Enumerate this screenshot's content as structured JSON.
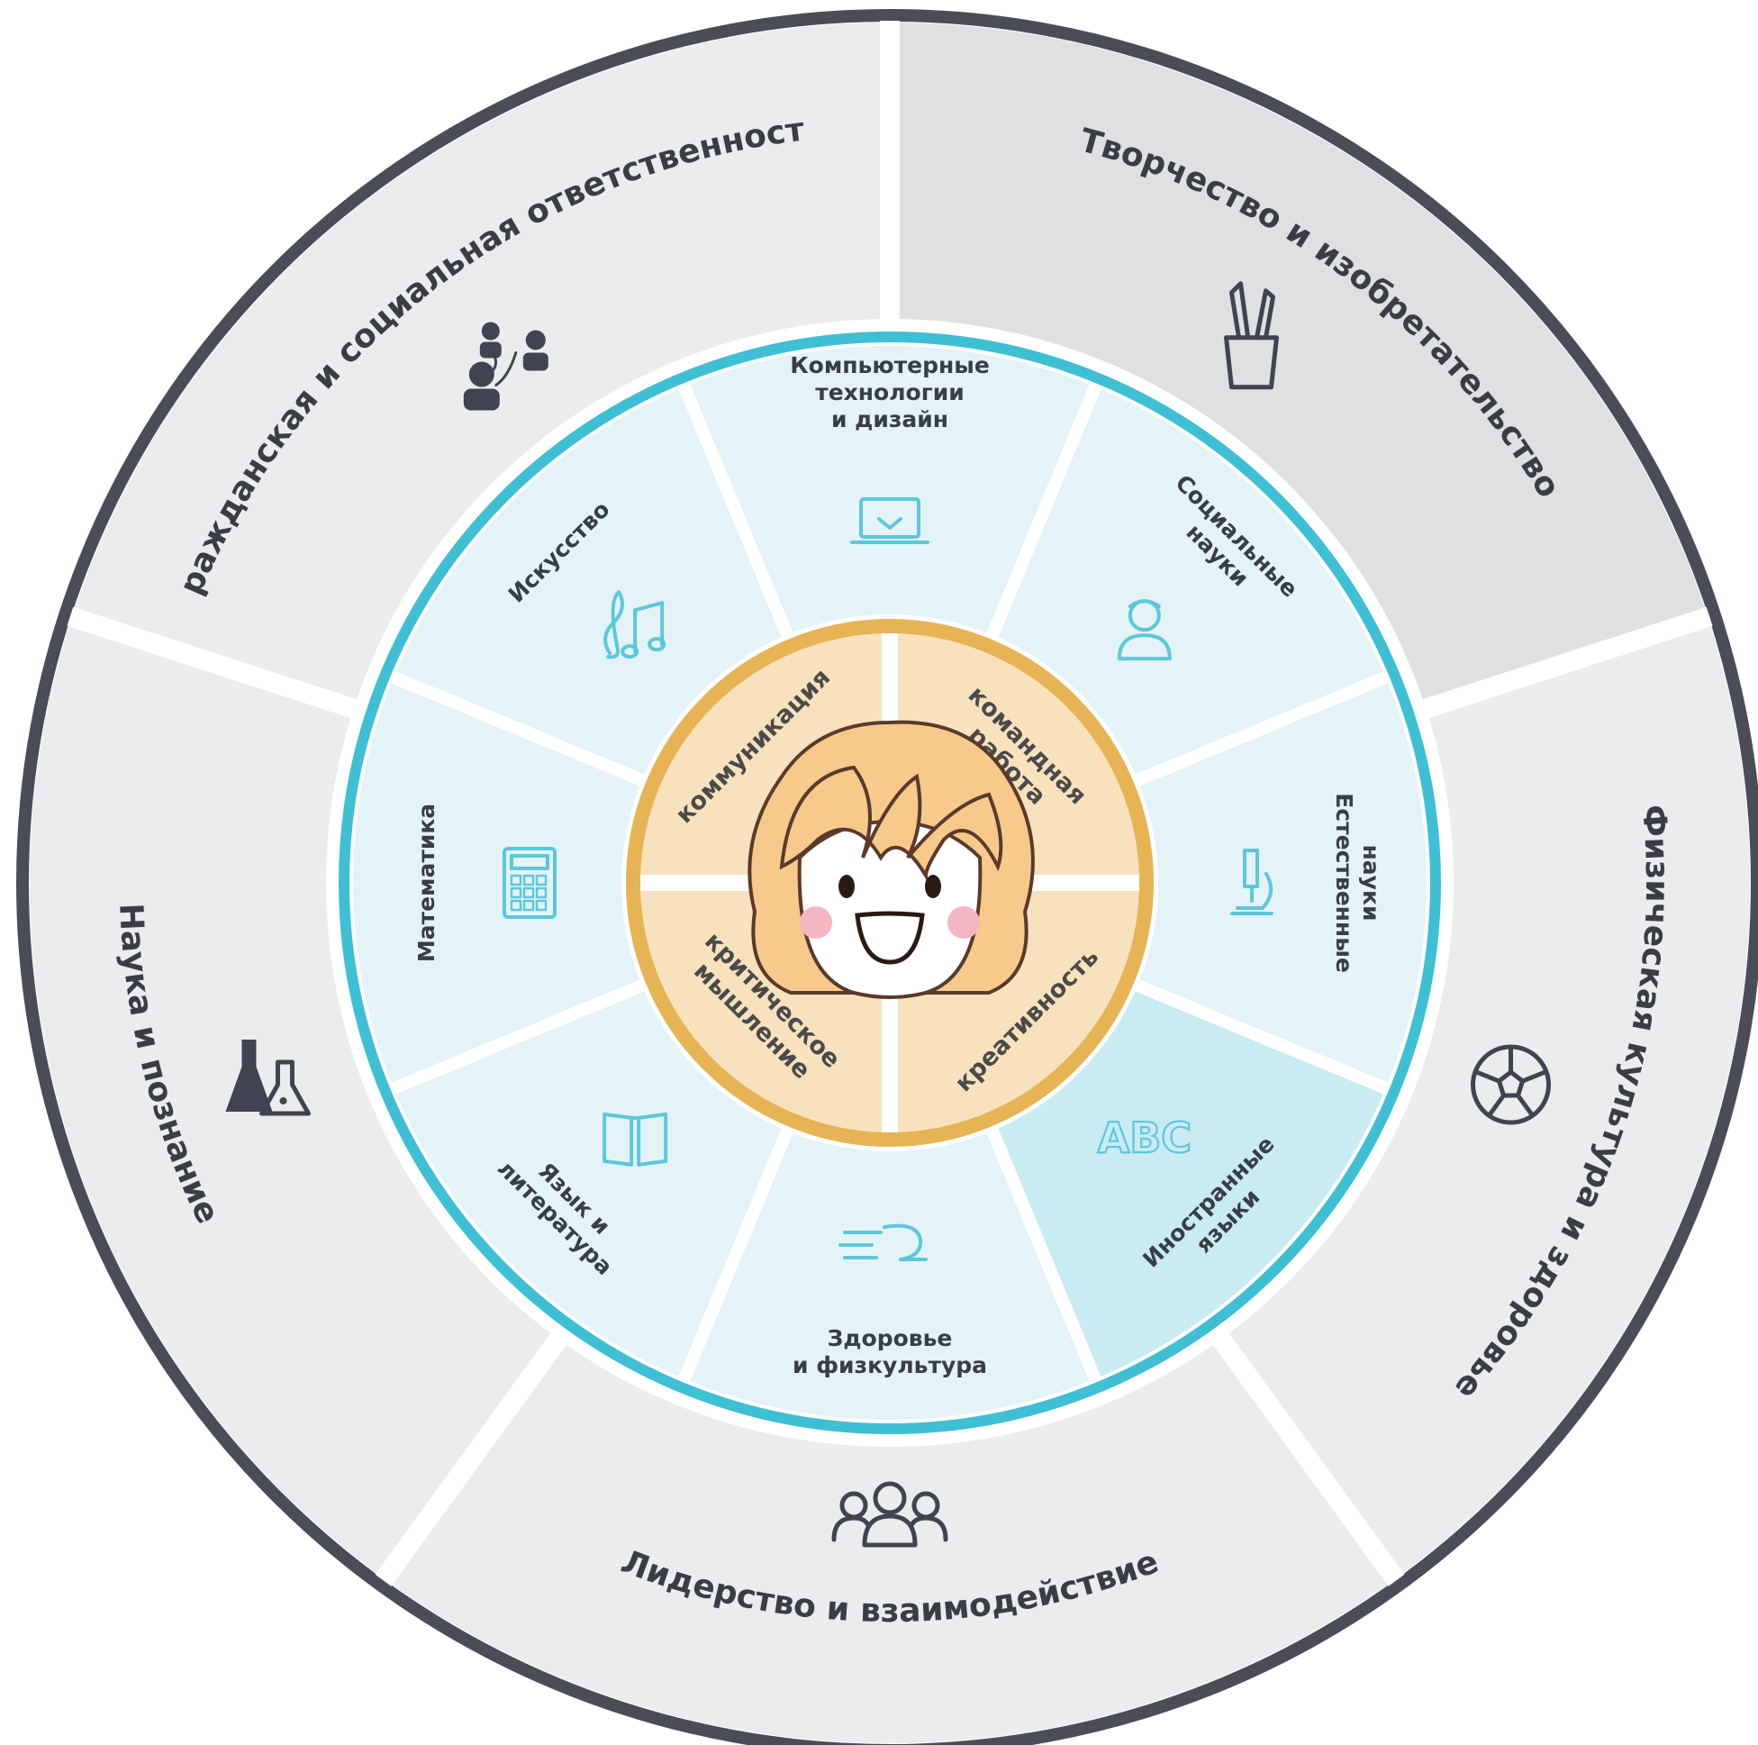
{
  "colors": {
    "outer_fill": "#ebecee",
    "outer_fill_dark": "#dfe0e2",
    "outer_ring": "#4a4d57",
    "mid_fill": "#e3f3f7",
    "mid_fill_dark": "#c9ebf2",
    "mid_ring": "#3fbfd3",
    "core_fill": "#f8e2bd",
    "core_ring": "#e6b455",
    "separator": "#ffffff",
    "mid_icon": "#5dc7da",
    "outer_icon": "#3f4450"
  },
  "outer": [
    {
      "label": "Творчество и изобретательство",
      "icon": "pencil-cup-icon"
    },
    {
      "label": "Физическая культура и здоровье",
      "icon": "soccer-ball-icon"
    },
    {
      "label": "Лидерство и взаимодействие",
      "icon": "group-icon"
    },
    {
      "label": "Наука и познание",
      "icon": "flasks-icon"
    },
    {
      "label": "Гражданская и социальная ответственность",
      "icon": "people-network-icon"
    }
  ],
  "middle": [
    {
      "lines": [
        "Компьютерные",
        "технологии",
        "и дизайн"
      ],
      "icon": "laptop-icon"
    },
    {
      "lines": [
        "Социальные",
        "науки"
      ],
      "icon": "person-icon"
    },
    {
      "lines": [
        "Естественные",
        "науки"
      ],
      "icon": "microscope-icon"
    },
    {
      "lines": [
        "Иностранные",
        "языки"
      ],
      "icon": "abc-icon"
    },
    {
      "lines": [
        "Здоровье",
        "и физкультура"
      ],
      "icon": "running-icon"
    },
    {
      "lines": [
        "Язык и",
        "литература"
      ],
      "icon": "book-icon"
    },
    {
      "lines": [
        "Математика"
      ],
      "icon": "calculator-icon"
    },
    {
      "lines": [
        "Искусство"
      ],
      "icon": "music-notes-icon"
    }
  ],
  "core": [
    {
      "lines": [
        "командная",
        "работа"
      ]
    },
    {
      "lines": [
        "креативность"
      ]
    },
    {
      "lines": [
        "критическое",
        "мышление"
      ]
    },
    {
      "lines": [
        "коммуникация"
      ]
    }
  ],
  "center": {
    "icon": "smiling-child-icon"
  }
}
